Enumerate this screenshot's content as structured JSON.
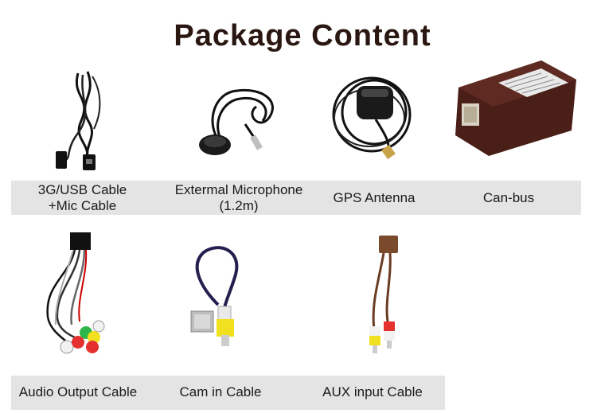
{
  "title": "Package Content",
  "items": [
    {
      "line1": "3G/USB Cable",
      "line2": "+Mic Cable",
      "icon": "usb-cable-icon"
    },
    {
      "line1": "Extermal Microphone",
      "line2": "(1.2m)",
      "icon": "microphone-icon"
    },
    {
      "line1": "GPS Antenna",
      "line2": "",
      "icon": "gps-antenna-icon"
    },
    {
      "line1": "Can-bus",
      "line2": "",
      "icon": "canbus-box-icon"
    },
    {
      "line1": "Audio Output Cable",
      "line2": "",
      "icon": "audio-output-cable-icon"
    },
    {
      "line1": "Cam in Cable",
      "line2": "",
      "icon": "camera-cable-icon"
    },
    {
      "line1": "AUX input Cable",
      "line2": "",
      "icon": "aux-cable-icon"
    }
  ]
}
